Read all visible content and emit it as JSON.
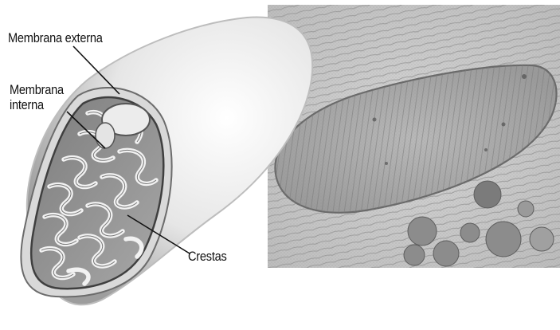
{
  "labels": {
    "outer_membrane": "Membrana externa",
    "inner_membrane_line1": "Membrana",
    "inner_membrane_line2": "interna",
    "cristae": "Crestas"
  },
  "colors": {
    "outer_shell": "#cfcfcf",
    "shell_shadow": "#8a8a8a",
    "matrix": "#9a9a9a",
    "cristae_fill": "#f2f2f2",
    "micrograph_bg": "#c9c9c9",
    "micrograph_mito": "#a8a8a8",
    "ink": "#111111"
  }
}
